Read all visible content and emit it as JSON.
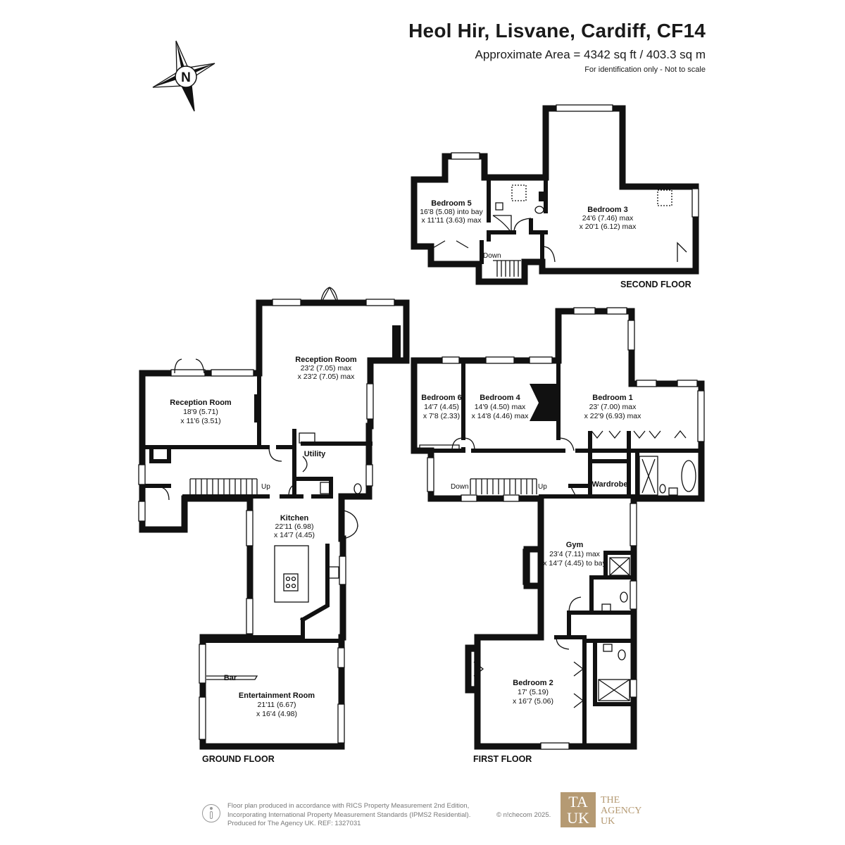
{
  "header": {
    "title": "Heol Hir, Lisvane, Cardiff, CF14",
    "area": "Approximate Area = 4342 sq ft / 403.3 sq m",
    "note": "For identification only - Not to scale"
  },
  "compass": {
    "label": "N"
  },
  "floors": {
    "ground": "GROUND FLOOR",
    "first": "FIRST FLOOR",
    "second": "SECOND FLOOR"
  },
  "rooms": {
    "bedroom5": {
      "name": "Bedroom 5",
      "dim1": "16'8 (5.08) into bay",
      "dim2": "x 11'11 (3.63) max"
    },
    "bedroom3": {
      "name": "Bedroom 3",
      "dim1": "24'6 (7.46) max",
      "dim2": "x 20'1 (6.12) max"
    },
    "reception_large": {
      "name": "Reception Room",
      "dim1": "23'2 (7.05) max",
      "dim2": "x 23'2 (7.05) max"
    },
    "reception_small": {
      "name": "Reception Room",
      "dim1": "18'9 (5.71)",
      "dim2": "x 11'6 (3.51)"
    },
    "utility": {
      "name": "Utility"
    },
    "kitchen": {
      "name": "Kitchen",
      "dim1": "22'11 (6.98)",
      "dim2": "x 14'7 (4.45)"
    },
    "entertainment": {
      "name": "Entertainment Room",
      "dim1": "21'11 (6.67)",
      "dim2": "x 16'4 (4.98)"
    },
    "bar": {
      "name": "Bar"
    },
    "bedroom6": {
      "name": "Bedroom 6",
      "dim1": "14'7 (4.45)",
      "dim2": "x 7'8 (2.33)"
    },
    "bedroom4": {
      "name": "Bedroom 4",
      "dim1": "14'9 (4.50) max",
      "dim2": "x 14'8 (4.46) max"
    },
    "bedroom1": {
      "name": "Bedroom 1",
      "dim1": "23' (7.00) max",
      "dim2": "x 22'9 (6.93) max"
    },
    "wardrobe": {
      "name": "Wardrobe"
    },
    "gym": {
      "name": "Gym",
      "dim1": "23'4 (7.11) max",
      "dim2": "x 14'7 (4.45) to bay"
    },
    "bedroom2": {
      "name": "Bedroom 2",
      "dim1": "17' (5.19)",
      "dim2": "x 16'7 (5.06)"
    }
  },
  "stairs": {
    "second_down": "Down",
    "ground_up": "Up",
    "first_down": "Down",
    "first_up": "Up"
  },
  "footer": {
    "line1": "Floor plan produced in accordance with RICS Property Measurement 2nd Edition,",
    "line2": "Incorporating International Property Measurement Standards (IPMS2 Residential).",
    "line3": "Produced for The Agency UK.   REF: 1327031",
    "copyright": "© n!checom 2025.",
    "logo_top": "TA",
    "logo_bottom": "UK",
    "brand1": "THE",
    "brand2": "AGENCY",
    "brand3": "UK"
  }
}
